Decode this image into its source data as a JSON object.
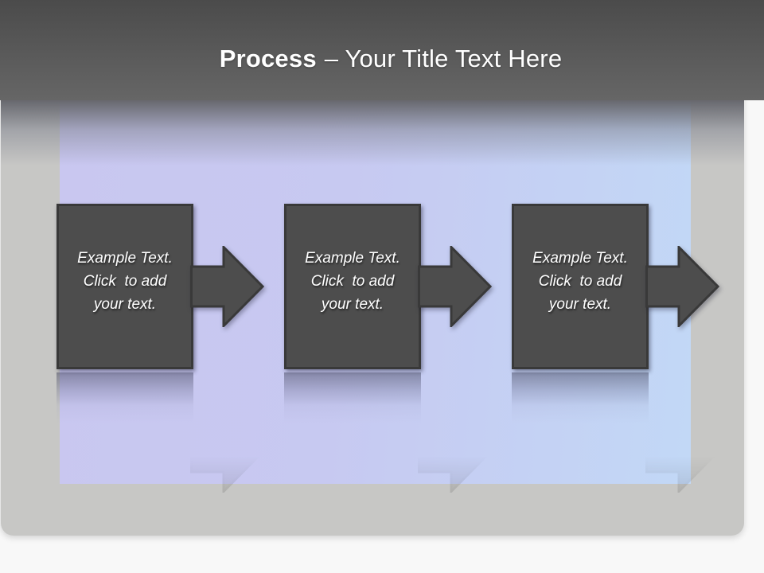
{
  "title": {
    "bold": "Process",
    "regular": "– Your Title Text Here"
  },
  "steps": [
    {
      "text": "Example Text.\nClick  to add\nyour text."
    },
    {
      "text": "Example Text.\nClick  to add\nyour text."
    },
    {
      "text": "Example Text.\nClick  to add\nyour text."
    }
  ],
  "colors": {
    "page_background": "#f8f8f8",
    "frame": "#c7c7c5",
    "canvas_left": "#c9c7f0",
    "canvas_right": "#c2d8f6",
    "header_top": "#4b4b4b",
    "header_bottom": "#666666",
    "shape_fill": "#4d4d4d",
    "shape_border": "#393939",
    "text": "#ffffff",
    "title_color": "#ffffff"
  }
}
